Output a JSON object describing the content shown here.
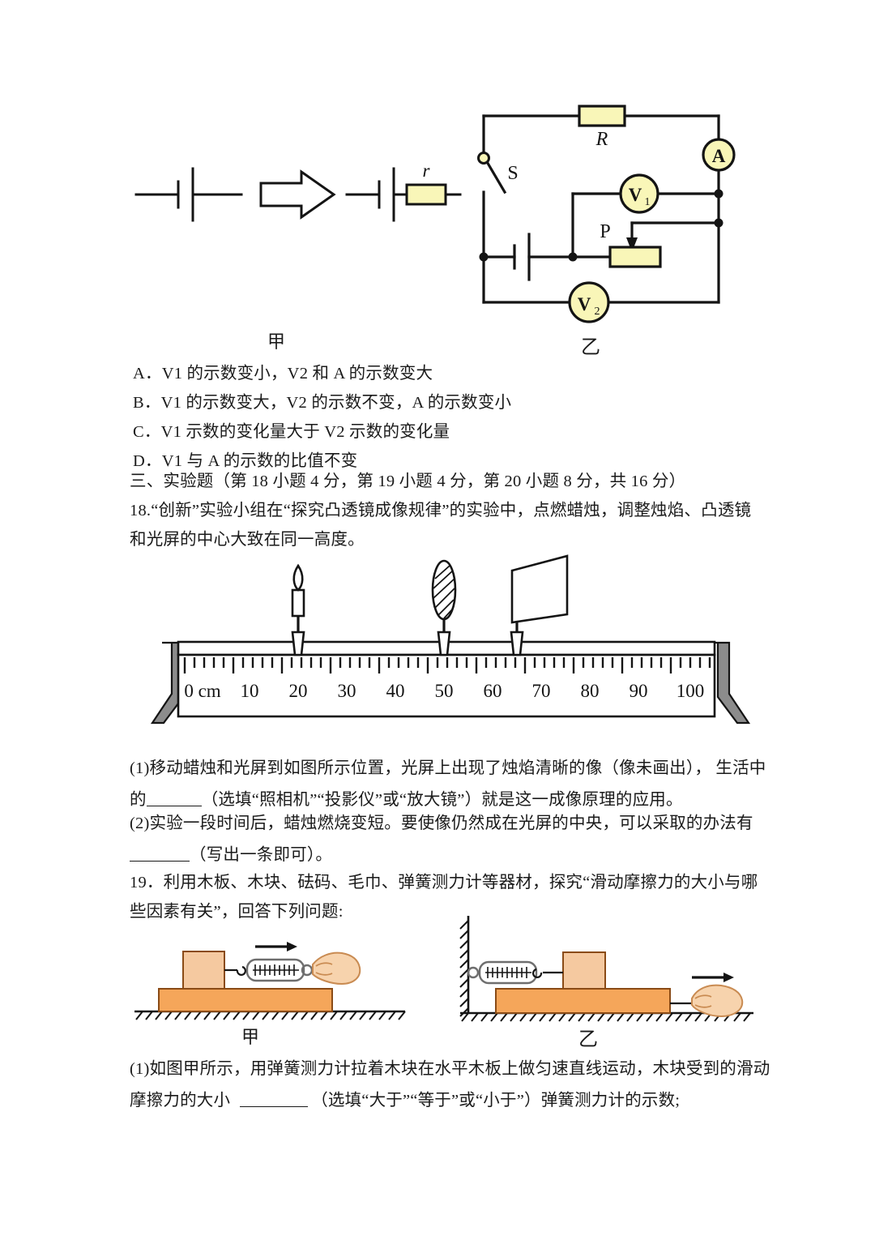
{
  "document": {
    "kind": "physics-exam-page"
  },
  "figures": {
    "circuit_jia_label": "甲",
    "circuit_yi_label": "乙",
    "friction_jia_label": "甲",
    "friction_yi_label": "乙",
    "resistor_r_label": "r",
    "resistor_R_label": "R",
    "ammeter_label": "A",
    "voltmeter1_label": "V",
    "voltmeter1_sub": "1",
    "voltmeter2_label": "V",
    "voltmeter2_sub": "2",
    "switch_label": "S",
    "slider_label": "P",
    "ruler": {
      "unit_label": "0 cm",
      "ticks": [
        "10",
        "20",
        "30",
        "40",
        "50",
        "60",
        "70",
        "80",
        "90",
        "100"
      ],
      "candle_position_cm": 20,
      "lens_position_cm": 50,
      "screen_position_cm": 65
    },
    "colors": {
      "component_fill": "#f9f6b8",
      "component_stroke": "#141414",
      "wood_block": "#f5c9a0",
      "wood_board": "#f5a65a",
      "skin": "#f7d3ad",
      "stand_gray": "#8c8c8c"
    }
  },
  "choices": [
    "A．V1 的示数变小，V2 和 A 的示数变大",
    "B．V1 的示数变大，V2 的示数不变，A 的示数变小",
    "C．V1 示数的变化量大于 V2 示数的变化量",
    "D．V1 与 A 的示数的比值不变"
  ],
  "section_heading": "三、实验题（第 18 小题 4 分，第 19 小题 4 分，第 20 小题 8 分，共 16 分）",
  "q18": {
    "stem_line1": "18.“创新”实验小组在“探究凸透镜成像规律”的实验中，点燃蜡烛，调整烛焰、凸透镜",
    "stem_line2": "和光屏的中心大致在同一高度。",
    "p1_line1": "(1)移动蜡烛和光屏到如图所示位置，光屏上出现了烛焰清晰的像（像未画出）， 生活中",
    "p1_line2_a": "的",
    "p1_line2_b": "（选填“照相机”“投影仪”或“放大镜”）就是这一成像原理的应用。",
    "p2_line1": "(2)实验一段时间后，蜡烛燃烧变短。要使像仍然成在光屏的中央，可以采取的办法有",
    "p2_line2_b": "（写出一条即可）。"
  },
  "q19": {
    "stem_line1": "19．利用木板、木块、砝码、毛巾、弹簧测力计等器材，探究“滑动摩擦力的大小与哪",
    "stem_line2": "些因素有关”，回答下列问题:",
    "p1_line1": "(1)如图甲所示，用弹簧测力计拉着木块在水平木板上做匀速直线运动，木块受到的滑动",
    "p1_line2_a": "摩擦力的大小",
    "p1_line2_b": "（选填“大于”“等于”或“小于”）弹簧测力计的示数;"
  }
}
